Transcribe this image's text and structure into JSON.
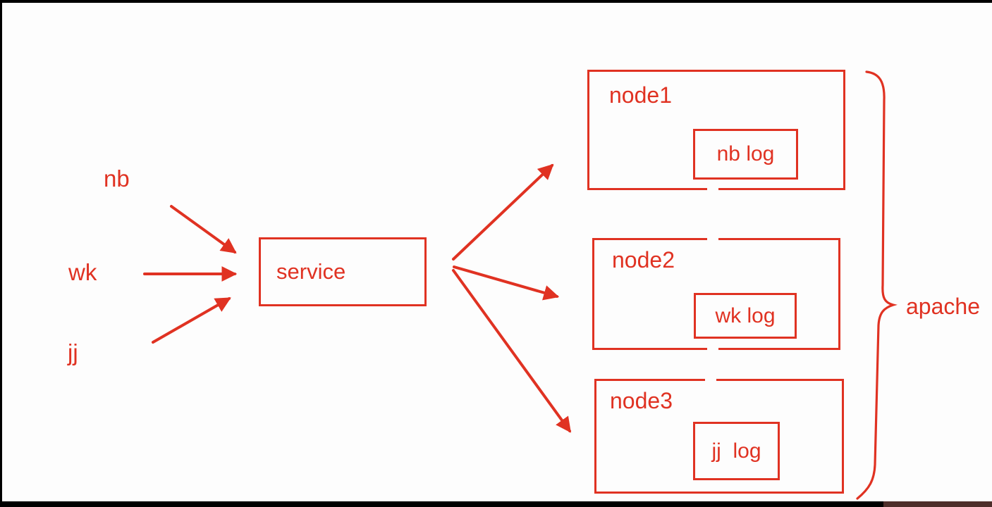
{
  "colors": {
    "ink": "#e03222",
    "background": "#fdfdfd",
    "letterbox": "#000000"
  },
  "sources": [
    {
      "label": "nb"
    },
    {
      "label": "wk"
    },
    {
      "label": "jj"
    }
  ],
  "service": {
    "label": "service"
  },
  "nodes": [
    {
      "title": "node1",
      "log_label": "nb log"
    },
    {
      "title": "node2",
      "log_label": "wk log"
    },
    {
      "title": "node3",
      "log_label": "jj  log"
    }
  ],
  "group": {
    "label": "apache"
  }
}
